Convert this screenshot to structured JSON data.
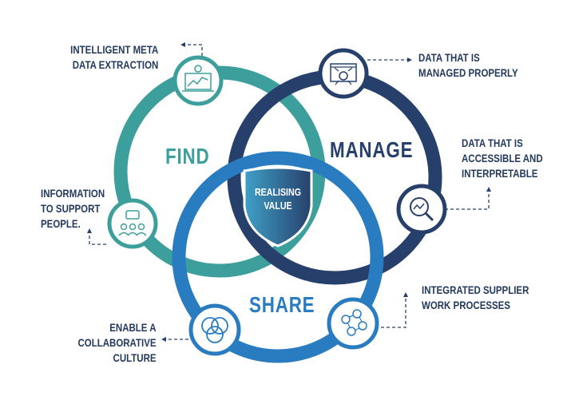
{
  "center": {
    "lines": [
      "REALISING",
      "VALUE"
    ]
  },
  "circles": {
    "find": "FIND",
    "manage": "MANAGE",
    "share": "SHARE"
  },
  "labels": {
    "meta": [
      "INTELLIGENT META",
      "DATA EXTRACTION"
    ],
    "managed": [
      "DATA THAT IS",
      "MANAGED PROPERLY"
    ],
    "accessible": [
      "DATA THAT IS",
      "ACCESSIBLE AND",
      "INTERPRETABLE"
    ],
    "information": [
      "INFORMATION",
      "TO SUPPORT",
      "PEOPLE."
    ],
    "supplier": [
      "INTEGRATED SUPPLIER",
      "WORK PROCESSES"
    ],
    "collaborative": [
      "ENABLE A",
      "COLLABORATIVE",
      "CULTURE"
    ]
  },
  "colors": {
    "find": "#3d9f9c",
    "manage": "#27406b",
    "share": "#2a7cc1",
    "text": "#233a5e"
  }
}
